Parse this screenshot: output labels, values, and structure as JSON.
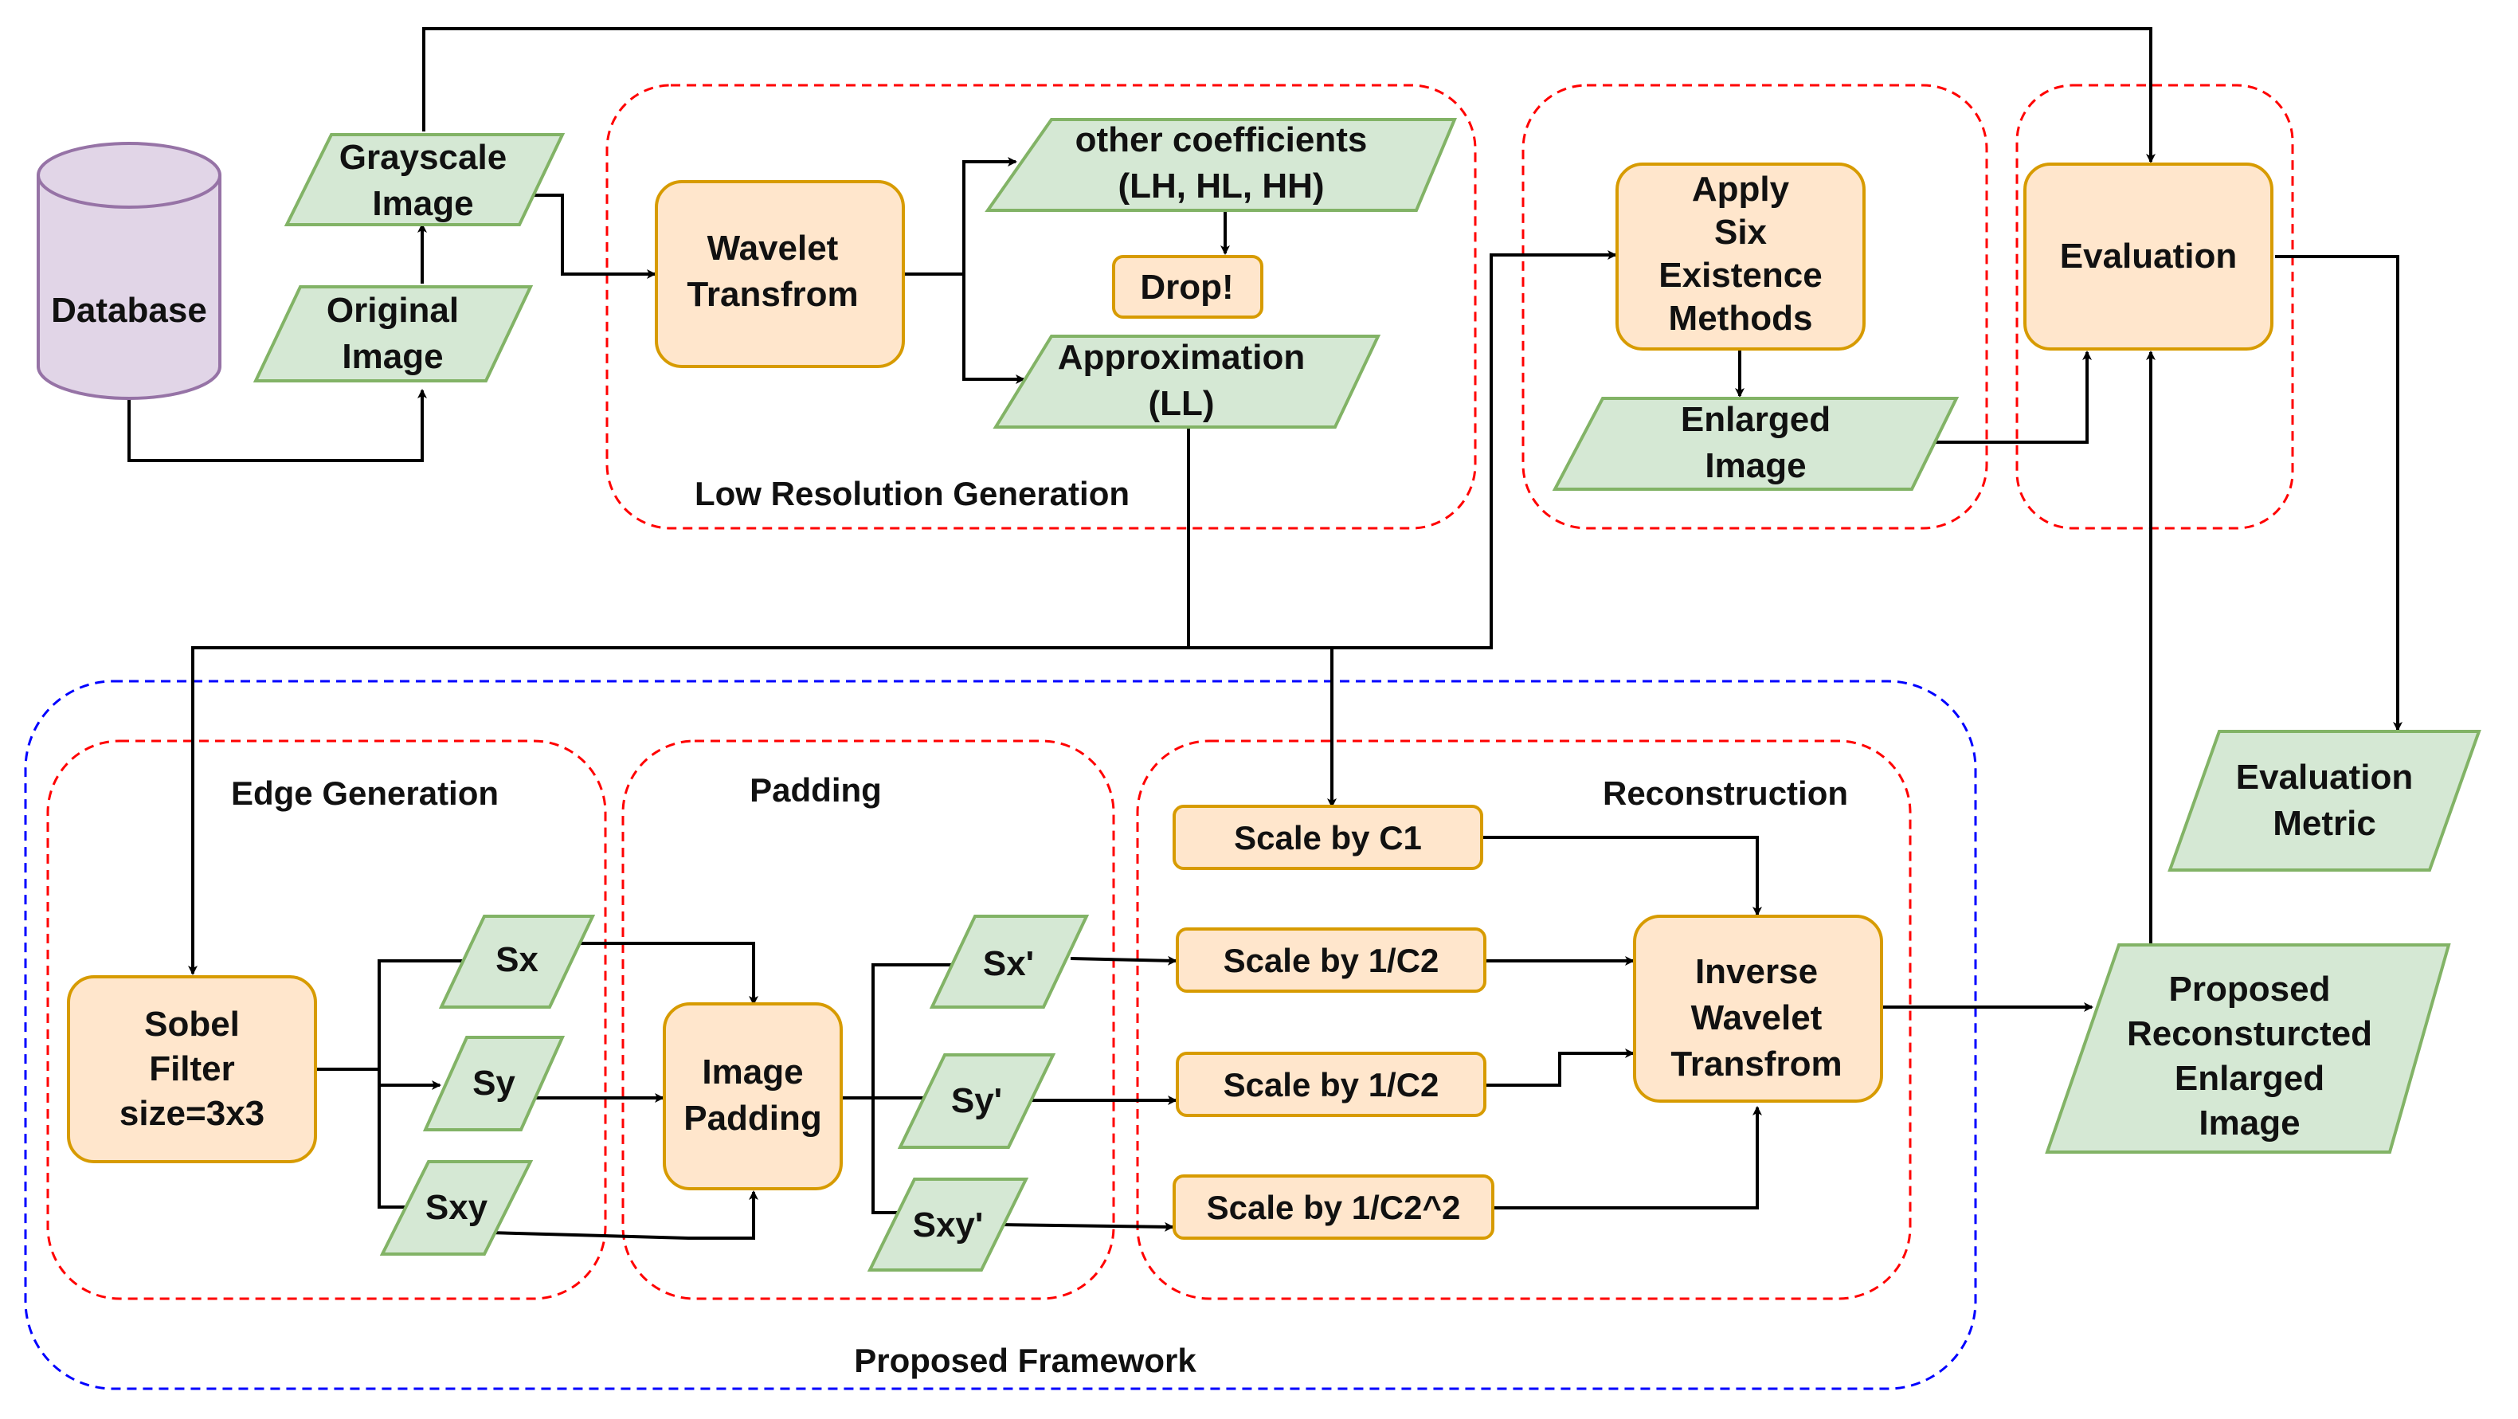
{
  "groups": {
    "low_res": "Low Resolution Generation",
    "existing": "",
    "evaluation": "",
    "framework": "Proposed Framework",
    "edge_gen": "Edge Generation",
    "padding": "Padding",
    "reconstruction": "Reconstruction"
  },
  "nodes": {
    "database": [
      "Database"
    ],
    "original_image": [
      "Original",
      "Image"
    ],
    "grayscale_image": [
      "Grayscale",
      "Image"
    ],
    "wavelet": [
      "Wavelet",
      "Transfrom"
    ],
    "other_coeff": [
      "other coefficients",
      "(LH, HL, HH)"
    ],
    "drop": [
      "Drop!"
    ],
    "approx": [
      "Approximation",
      "(LL)"
    ],
    "apply_six": [
      "Apply",
      "Six",
      "Existence",
      "Methods"
    ],
    "enlarged": [
      "Enlarged",
      "Image"
    ],
    "evaluation": [
      "Evaluation"
    ],
    "eval_metric": [
      "Evaluation",
      "Metric"
    ],
    "sobel": [
      "Sobel",
      "Filter",
      "size=3x3"
    ],
    "sx": [
      "Sx"
    ],
    "sy": [
      "Sy"
    ],
    "sxy": [
      "Sxy"
    ],
    "image_padding": [
      "Image",
      "Padding"
    ],
    "sx_p": [
      "Sx'"
    ],
    "sy_p": [
      "Sy'"
    ],
    "sxy_p": [
      "Sxy'"
    ],
    "scale_c1": [
      "Scale by C1"
    ],
    "scale_1c2_a": [
      "Scale by 1/C2"
    ],
    "scale_1c2_b": [
      "Scale by 1/C2"
    ],
    "scale_1c2sq": [
      "Scale by 1/C2^2"
    ],
    "inverse_wavelet": [
      "Inverse",
      "Wavelet",
      "Transfrom"
    ],
    "proposed_output": [
      "Proposed",
      "Reconsturcted",
      "Enlarged",
      "Image"
    ]
  },
  "colors": {
    "process_fill": "#ffe6cc",
    "process_stroke": "#d79b00",
    "io_fill": "#d5e8d4",
    "io_stroke": "#82b366",
    "db_fill": "#e1d5e7",
    "db_stroke": "#9673a6",
    "group_red": "#ff0000",
    "group_blue": "#0000ff"
  }
}
